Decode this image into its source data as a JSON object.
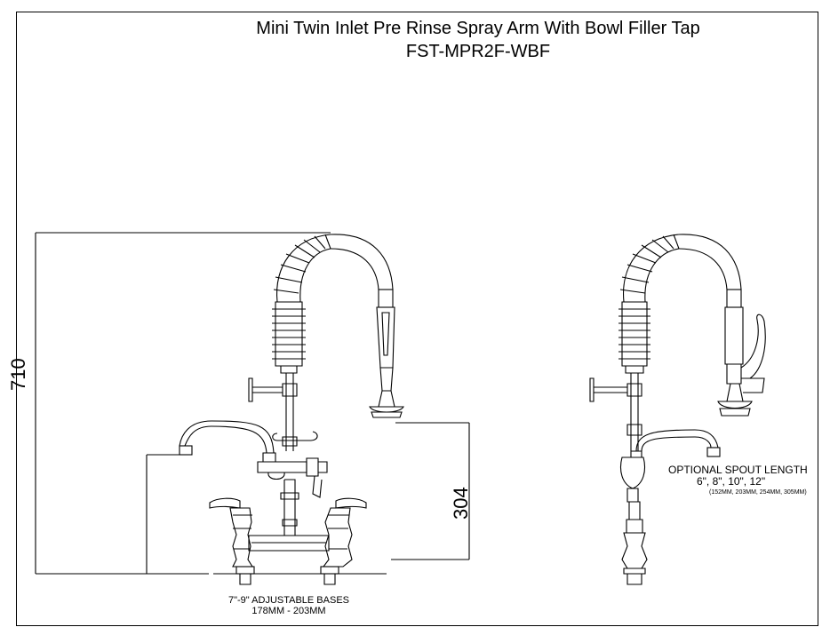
{
  "drawing": {
    "title": "Mini Twin Inlet Pre Rinse Spray Arm With Bowl Filler Tap",
    "model": "FST-MPR2F-WBF"
  },
  "dimensions": {
    "height_overall": "710",
    "height_spray": "304"
  },
  "bases_note": {
    "line1": "7\"-9\" ADJUSTABLE BASES",
    "line2": "178MM - 203MM"
  },
  "spout_note": {
    "line1": "OPTIONAL SPOUT LENGTH",
    "line2": "6\", 8\", 10\", 12\"",
    "line3": "(152MM, 203MM, 254MM, 305MM)"
  }
}
